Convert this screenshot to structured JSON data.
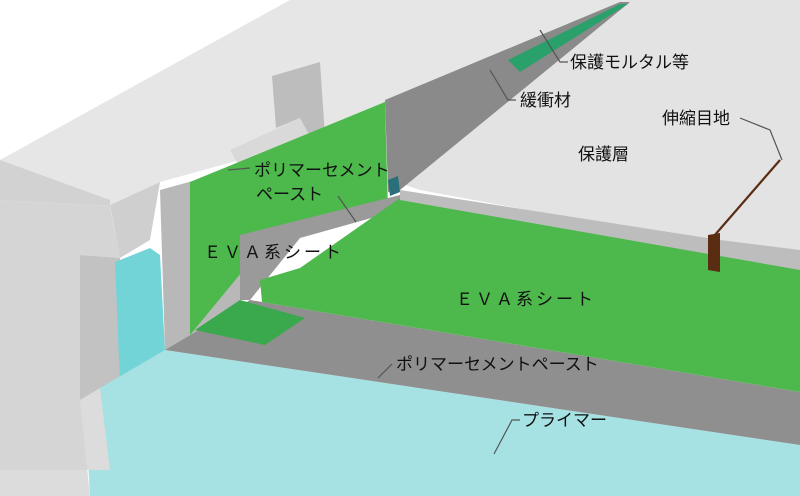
{
  "diagram": {
    "labels": {
      "protective_mortar": "保護モルタル等",
      "cushion_material": "緩衝材",
      "expansion_joint": "伸縮目地",
      "protective_layer": "保護層",
      "polymer_cement_paste_wall_line1": "ポリマーセメント",
      "polymer_cement_paste_wall_line2": "ペースト",
      "eva_sheet_wall": "ＥＶＡ系シート",
      "eva_sheet_floor": "ＥＶＡ系シート",
      "polymer_cement_paste_floor": "ポリマーセメントペースト",
      "primer": "プライマー"
    },
    "colors": {
      "concrete_light": "#e6e6e6",
      "concrete_mid": "#c9c9c9",
      "concrete_dark": "#a8a8a8",
      "eva_sheet": "#4db84c",
      "eva_sheet_dark": "#2f9a44",
      "cushion": "#2aa06a",
      "primer": "#73d4d8",
      "primer_light": "#a6e2e4",
      "joint": "#5a2d12",
      "paste_gray": "#8f8f8f"
    }
  }
}
